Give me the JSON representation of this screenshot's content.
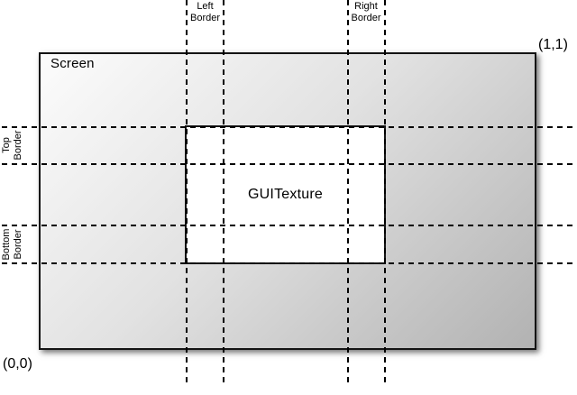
{
  "diagram": {
    "screen": {
      "label": "Screen"
    },
    "texture": {
      "label": "GUITexture"
    },
    "coords": {
      "top_right": "(1,1)",
      "bottom_left": "(0,0)"
    },
    "borders": {
      "left": "Left\nBorder",
      "right": "Right\nBorder",
      "top": "Top\nBorder",
      "bottom": "Bottom\nBorder"
    }
  },
  "colors": {
    "line": "#000000",
    "rect_border": "#141414",
    "screen_gradient_start": "#fcfcfc",
    "screen_gradient_mid": "#e2e2e2",
    "screen_gradient_end": "#b2b2b2",
    "texture_fill": "#ffffff"
  }
}
